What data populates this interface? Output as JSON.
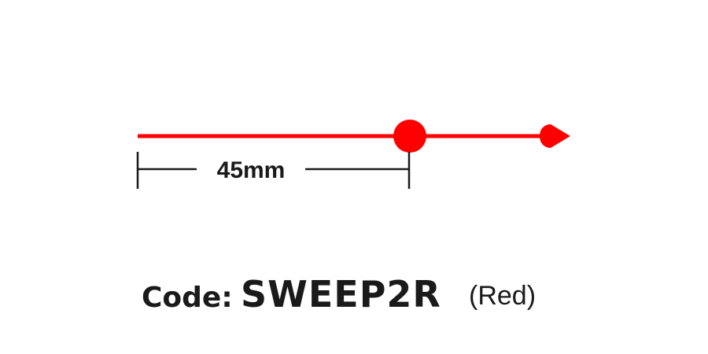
{
  "dimension": {
    "label": "45mm"
  },
  "product": {
    "code_prefix": "Code:",
    "code": "SWEEP2R",
    "color_name": "(Red)"
  },
  "colors": {
    "hand": "#ff0000",
    "ink": "#1a1a1a"
  }
}
